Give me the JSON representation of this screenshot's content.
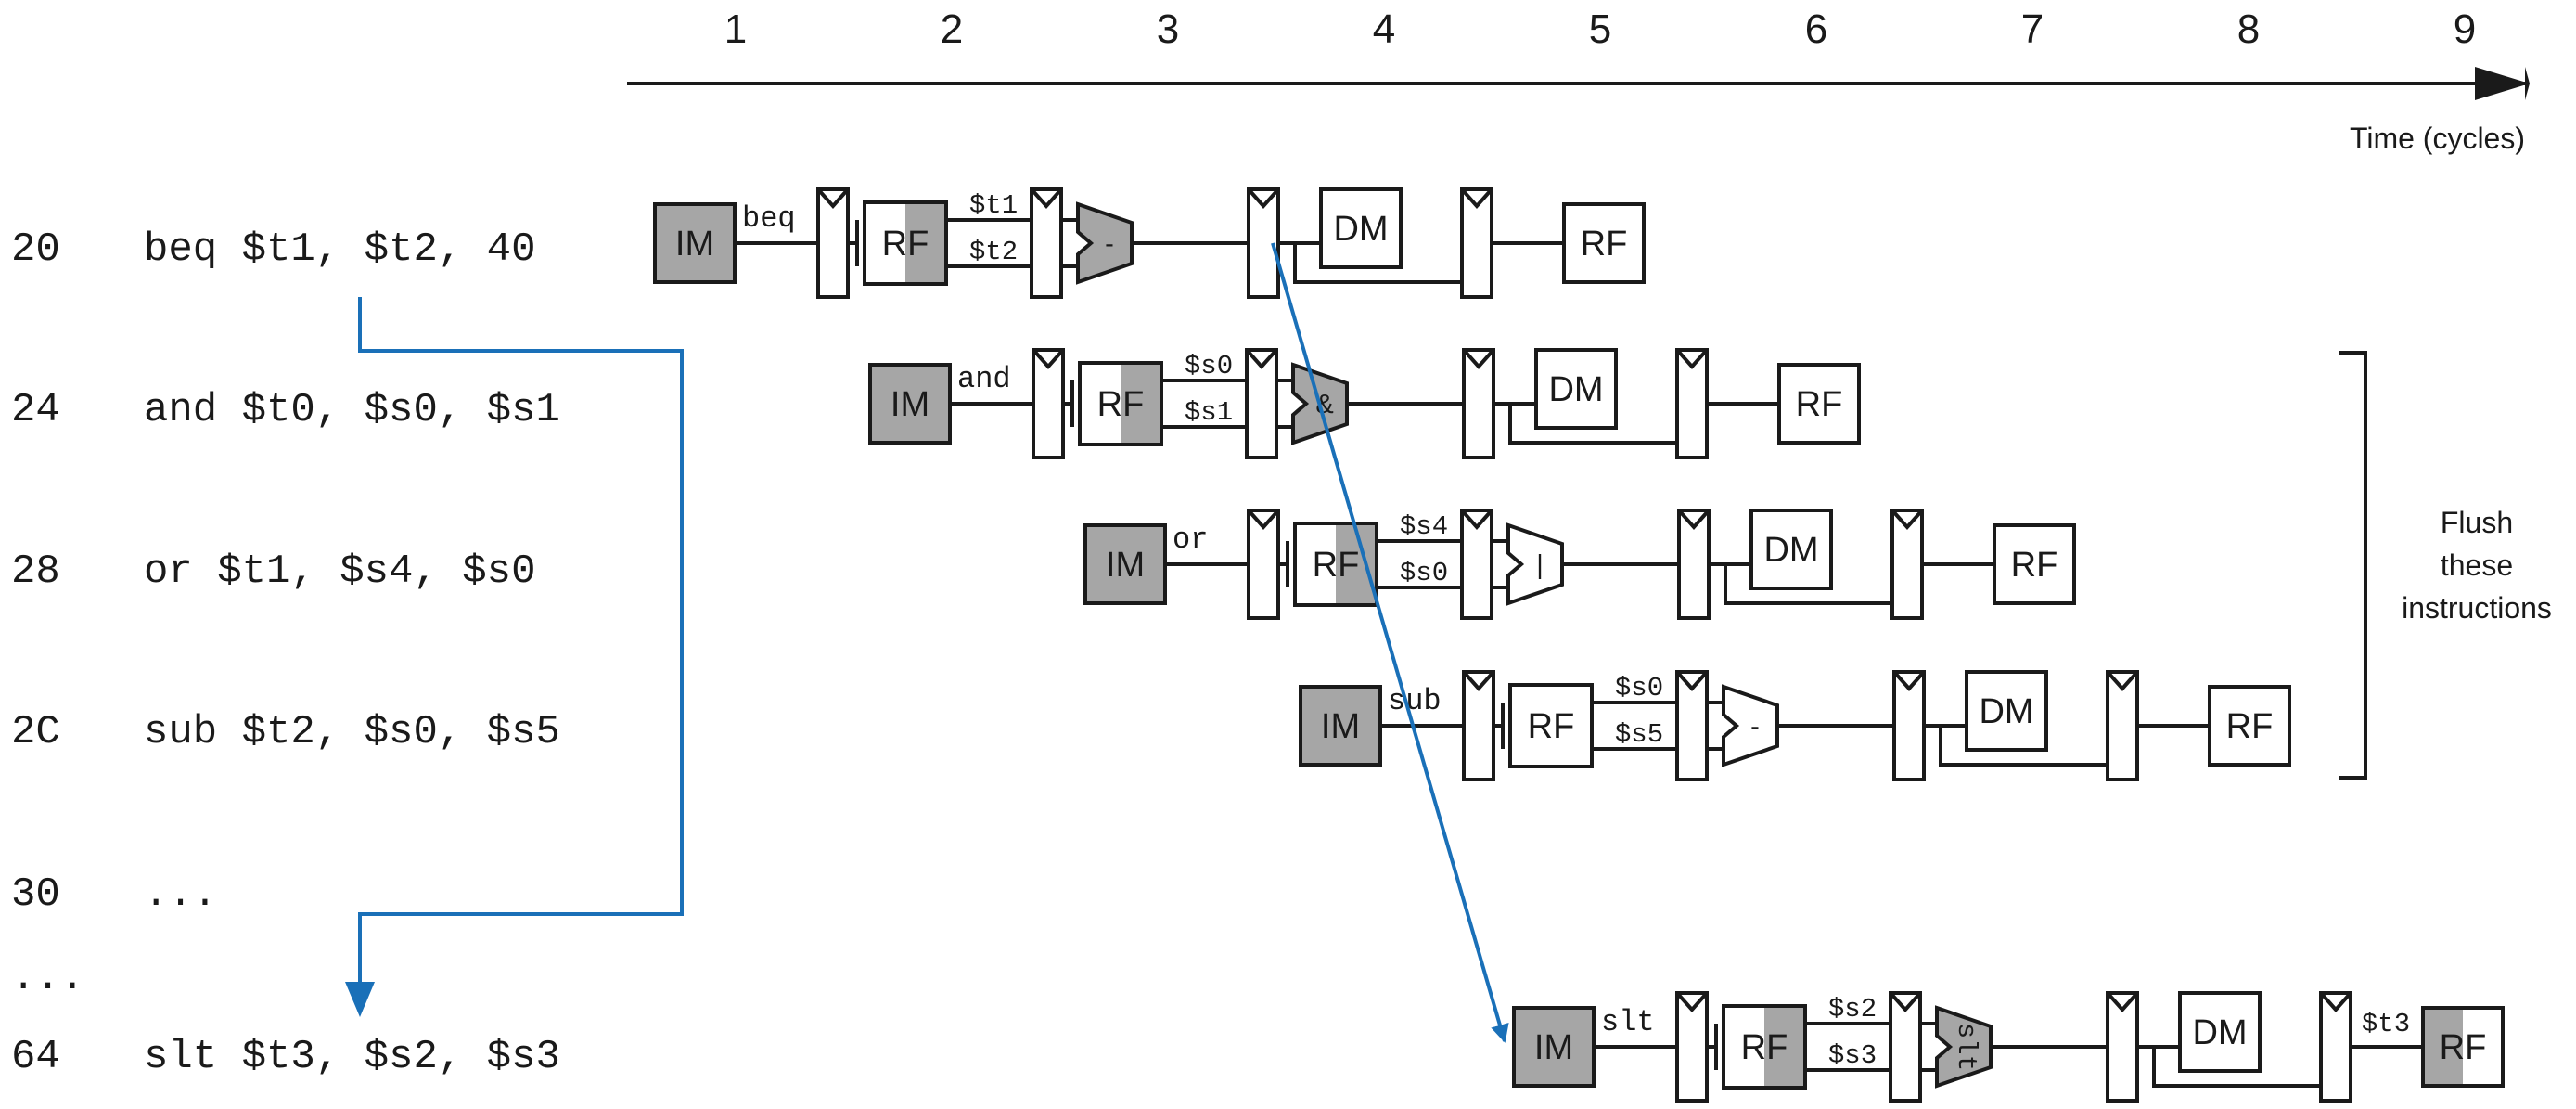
{
  "time_axis": {
    "cycles": [
      "1",
      "2",
      "3",
      "4",
      "5",
      "6",
      "7",
      "8",
      "9"
    ],
    "label": "Time (cycles)"
  },
  "instructions": [
    {
      "addr": "20",
      "text": "beq $t1, $t2, 40"
    },
    {
      "addr": "24",
      "text": "and $t0, $s0, $s1"
    },
    {
      "addr": "28",
      "text": "or  $t1, $s4, $s0"
    },
    {
      "addr": "2C",
      "text": "sub $t2, $s0, $s5"
    },
    {
      "addr": "30",
      "text": "..."
    },
    {
      "addr": "...",
      "text": ""
    },
    {
      "addr": "64",
      "text": "slt $t3, $s2, $s3"
    }
  ],
  "stages": {
    "im": "IM",
    "rf": "RF",
    "dm": "DM"
  },
  "pipelines": [
    {
      "op": "beq",
      "src1": "$t1",
      "src2": "$t2",
      "alu": "-",
      "dest": "",
      "alu_shaded": true,
      "rf_read_shaded": true,
      "rf_write_shaded": false
    },
    {
      "op": "and",
      "src1": "$s0",
      "src2": "$s1",
      "alu": "&",
      "dest": "",
      "alu_shaded": true,
      "rf_read_shaded": true,
      "rf_write_shaded": false
    },
    {
      "op": "or",
      "src1": "$s4",
      "src2": "$s0",
      "alu": "|",
      "dest": "",
      "alu_shaded": false,
      "rf_read_shaded": true,
      "rf_write_shaded": false
    },
    {
      "op": "sub",
      "src1": "$s0",
      "src2": "$s5",
      "alu": "-",
      "dest": "",
      "alu_shaded": false,
      "rf_read_shaded": false,
      "rf_write_shaded": false
    },
    {
      "op": "slt",
      "src1": "$s2",
      "src2": "$s3",
      "alu": "slt",
      "dest": "$t3",
      "alu_shaded": true,
      "rf_read_shaded": true,
      "rf_write_shaded": true
    }
  ],
  "flush_label": [
    "Flush",
    "these",
    "instructions"
  ],
  "colors": {
    "ink": "#1a1a1a",
    "shaded": "#a6a6a6",
    "branch_arrow": "#1a70b8"
  }
}
